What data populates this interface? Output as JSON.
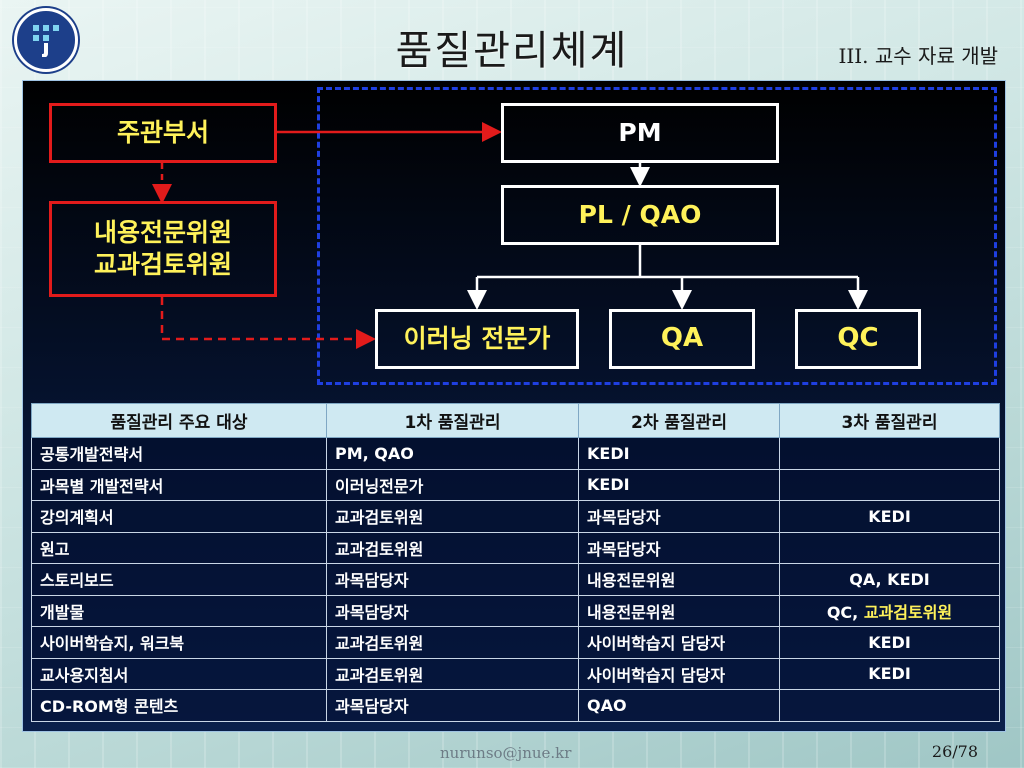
{
  "header": {
    "title": "품질관리체계",
    "section": "III. 교수 자료 개발"
  },
  "diagram": {
    "dept_box": "주관부서",
    "expert_box": [
      "내용전문위원",
      "교과검토위원"
    ],
    "pm_box": "PM",
    "plqao_box": "PL / QAO",
    "elearning_box": "이러닝 전문가",
    "qa_box": "QA",
    "qc_box": "QC"
  },
  "table": {
    "headers": [
      "품질관리 주요 대상",
      "1차 품질관리",
      "2차 품질관리",
      "3차 품질관리"
    ],
    "rows": [
      {
        "target": "공통개발전략서",
        "first": "PM, QAO",
        "second": "KEDI",
        "third": ""
      },
      {
        "target": "과목별 개발전략서",
        "first": "이러닝전문가",
        "second": "KEDI",
        "third": ""
      },
      {
        "target": "강의계획서",
        "first": "교과검토위원",
        "second": "과목담당자",
        "third": "KEDI"
      },
      {
        "target": "원고",
        "first": "교과검토위원",
        "second": "과목담당자",
        "third": ""
      },
      {
        "target": "스토리보드",
        "first": "과목담당자",
        "second": "내용전문위원",
        "third": "QA, KEDI"
      },
      {
        "target": "개발물",
        "first": "과목담당자",
        "second": "내용전문위원",
        "third_prefix": "QC, ",
        "third_highlight": "교과검토위원"
      },
      {
        "target": "사이버학습지, 워크북",
        "first": "교과검토위원",
        "second": "사이버학습지 담당자",
        "third": "KEDI"
      },
      {
        "target": "교사용지침서",
        "first": "교과검토위원",
        "second": "사이버학습지 담당자",
        "third": "KEDI"
      },
      {
        "target": "CD-ROM형 콘텐츠",
        "first": "과목담당자",
        "second": "QAO",
        "third": ""
      }
    ]
  },
  "footer": {
    "email": "nurunso@jnue.kr",
    "page": "26/78"
  },
  "colors": {
    "accent_yellow": "#fff25a",
    "box_red": "#e21b1b",
    "dashed_blue": "#1f3fe0",
    "header_cell": "#cfe9f2"
  }
}
